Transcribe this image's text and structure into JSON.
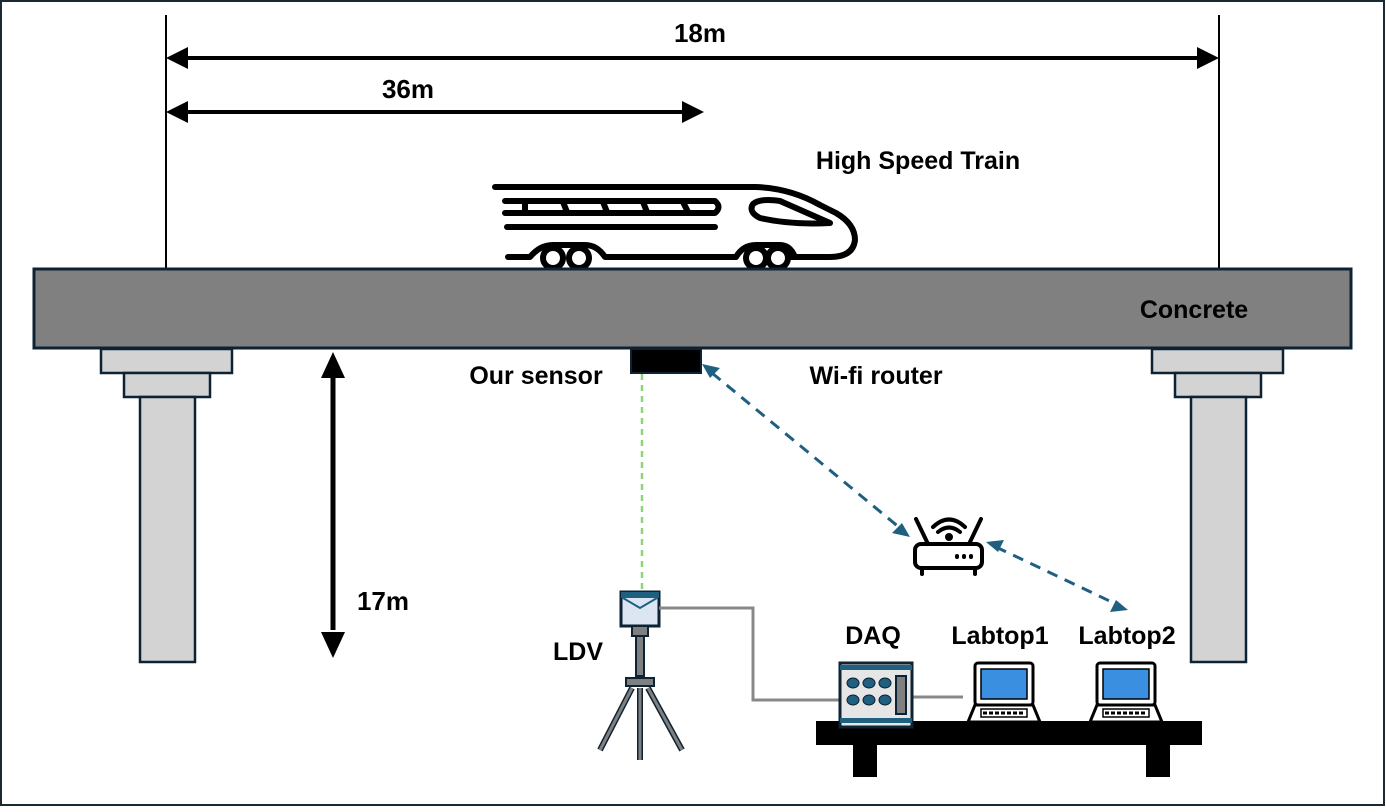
{
  "labels": {
    "span_total": "18m",
    "span_half": "36m",
    "train": "High Speed Train",
    "concrete": "Concrete",
    "sensor": "Our sensor",
    "router": "Wi-fi router",
    "height": "17m",
    "ldv": "LDV",
    "daq": "DAQ",
    "laptop1": "Labtop1",
    "laptop2": "Labtop2"
  },
  "colors": {
    "deck": "#808080",
    "pier": "#d3d3d3",
    "outline": "#0d2233",
    "laser": "#8fd47a",
    "wireless": "#1f5f80",
    "screen": "#3b8fe0",
    "cable": "#888888",
    "device_light": "#dbe6f2"
  }
}
